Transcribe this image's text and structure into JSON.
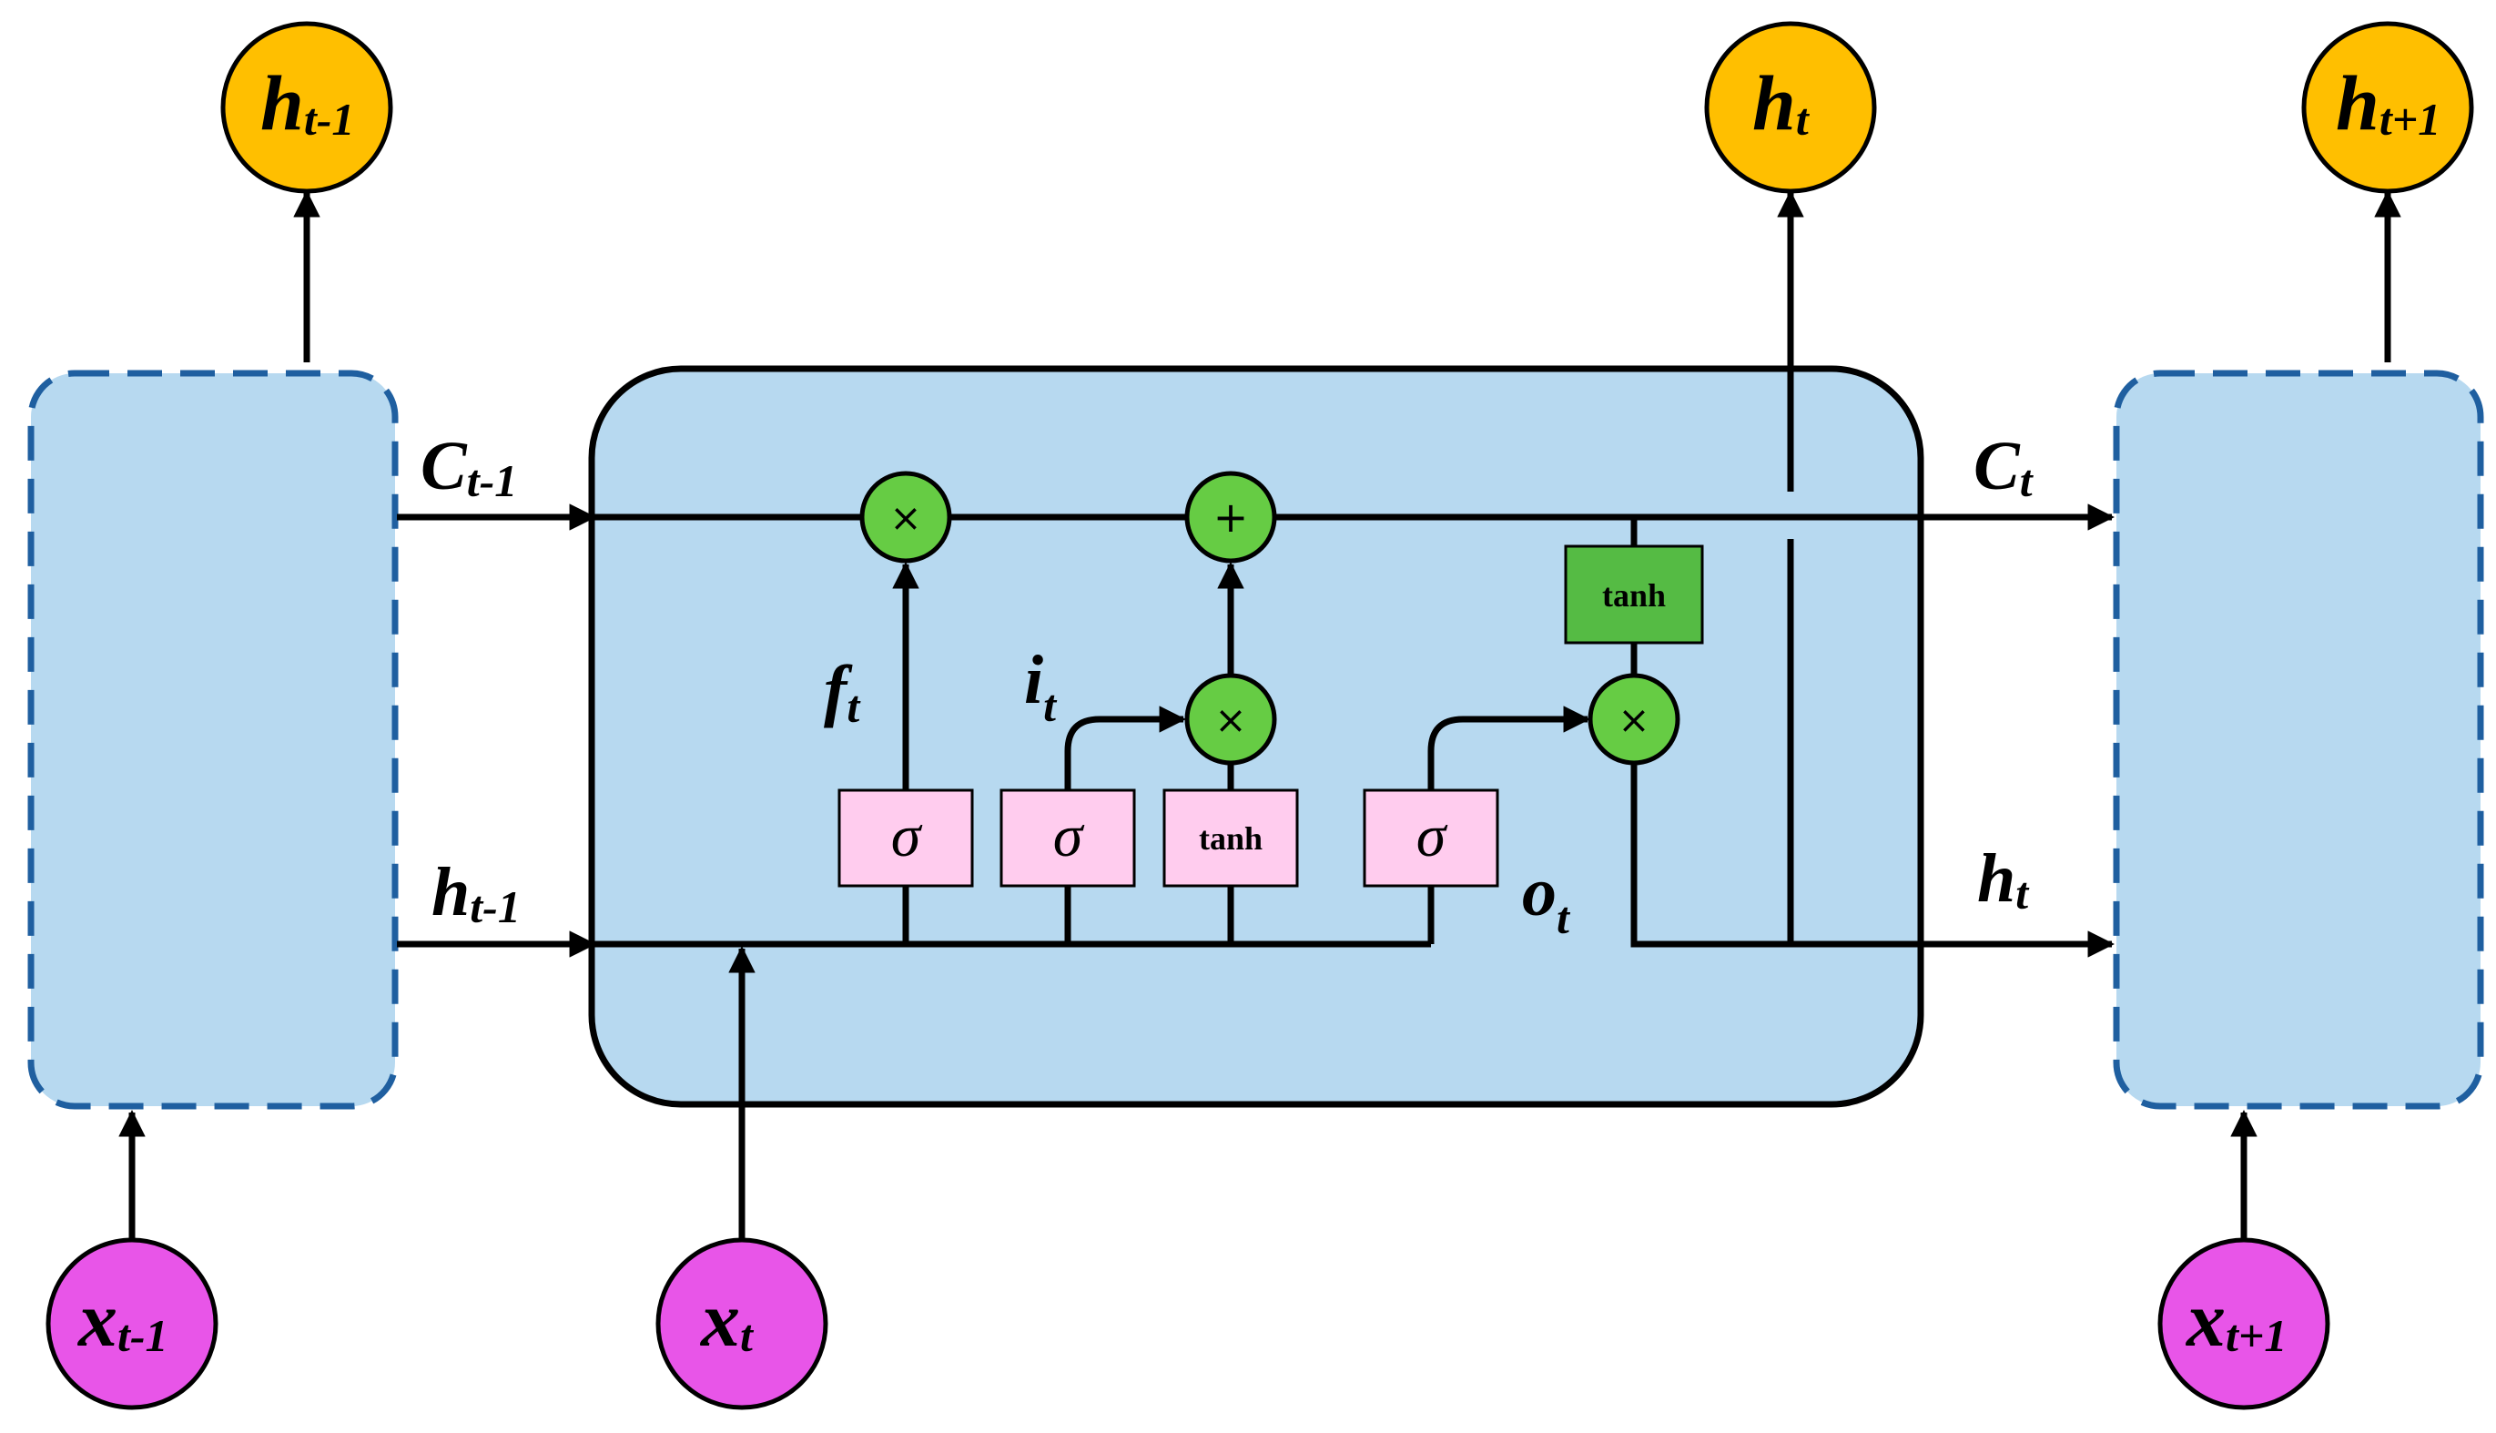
{
  "nodes": {
    "h_prev": {
      "base": "h",
      "sub": "t-1"
    },
    "h_curr": {
      "base": "h",
      "sub": "t"
    },
    "h_next": {
      "base": "h",
      "sub": "t+1"
    },
    "x_prev": {
      "base": "x",
      "sub": "t-1"
    },
    "x_curr": {
      "base": "x",
      "sub": "t"
    },
    "x_next": {
      "base": "x",
      "sub": "t+1"
    }
  },
  "labels": {
    "c_in": {
      "base": "C",
      "sub": "t-1"
    },
    "h_in": {
      "base": "h",
      "sub": "t-1"
    },
    "c_out": {
      "base": "C",
      "sub": "t"
    },
    "h_out": {
      "base": "h",
      "sub": "t"
    },
    "forget": {
      "base": "f",
      "sub": "t"
    },
    "input": {
      "base": "i",
      "sub": "t"
    },
    "output": {
      "base": "o",
      "sub": "t"
    }
  },
  "gates": {
    "sigma": "σ",
    "tanh": "tanh"
  },
  "ops": {
    "multiply": "×",
    "add": "+"
  },
  "colors": {
    "cell_fill": "#b7d9f0",
    "dashed_stroke": "#1f5fa0",
    "h_node": "#ffbf00",
    "x_node": "#e855e8",
    "op_node": "#66cc44",
    "sigma_fill": "#ffccee",
    "tanh_box": "#55bb44"
  }
}
